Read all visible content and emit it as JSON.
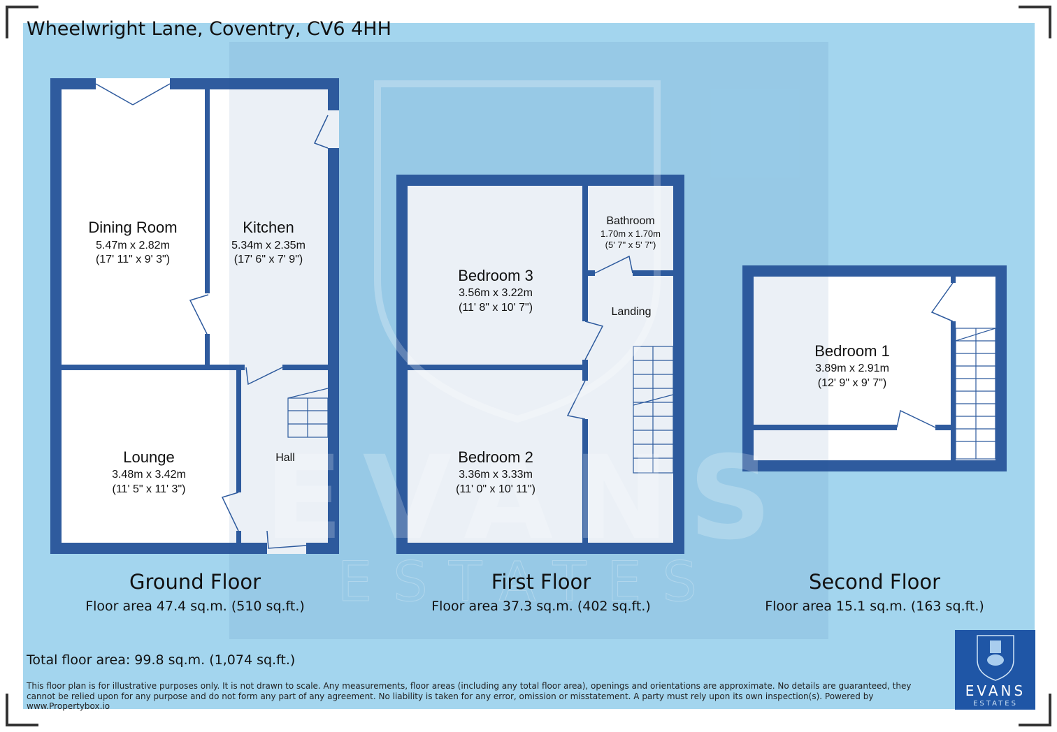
{
  "address": "Wheelwright Lane, Coventry, CV6 4HH",
  "floors": [
    {
      "name": "Ground Floor",
      "area": "Floor area 47.4 sq.m. (510 sq.ft.)",
      "rooms": [
        {
          "name": "Dining Room",
          "metric": "5.47m x 2.82m",
          "imperial": "(17' 11\" x 9' 3\")"
        },
        {
          "name": "Kitchen",
          "metric": "5.34m x 2.35m",
          "imperial": "(17' 6\" x 7' 9\")"
        },
        {
          "name": "Lounge",
          "metric": "3.48m x 3.42m",
          "imperial": "(11' 5\" x 11' 3\")"
        },
        {
          "name": "Hall"
        }
      ]
    },
    {
      "name": "First Floor",
      "area": "Floor area 37.3 sq.m. (402 sq.ft.)",
      "rooms": [
        {
          "name": "Bedroom 3",
          "metric": "3.56m x 3.22m",
          "imperial": "(11' 8\" x 10' 7\")"
        },
        {
          "name": "Bathroom",
          "metric": "1.70m x 1.70m",
          "imperial": "(5' 7\" x 5' 7\")"
        },
        {
          "name": "Landing"
        },
        {
          "name": "Bedroom 2",
          "metric": "3.36m x 3.33m",
          "imperial": "(11' 0\" x 10' 11\")"
        }
      ]
    },
    {
      "name": "Second Floor",
      "area": "Floor area 15.1 sq.m. (163 sq.ft.)",
      "rooms": [
        {
          "name": "Bedroom 1",
          "metric": "3.89m x 2.91m",
          "imperial": "(12' 9\" x 9' 7\")"
        }
      ]
    }
  ],
  "total": "Total floor area: 99.8 sq.m. (1,074 sq.ft.)",
  "disclaimer": "This floor plan is for illustrative purposes only. It is not drawn to scale. Any measurements, floor areas (including any total floor area), openings and orientations are approximate. No details are guaranteed, they cannot be relied upon for any purpose and do not form any part of any agreement. No liability is taken for any error, omission or misstatement. A party must rely upon its own inspection(s). Powered by www.Propertybox.io",
  "logo": {
    "line1": "EVANS",
    "line2": "ESTATES"
  },
  "watermark": {
    "line1": "EVANS",
    "line2": "ESTATES"
  },
  "colors": {
    "background": "#a3d5ee",
    "wall": "#2f5b9e",
    "logo": "#1f56a6"
  }
}
